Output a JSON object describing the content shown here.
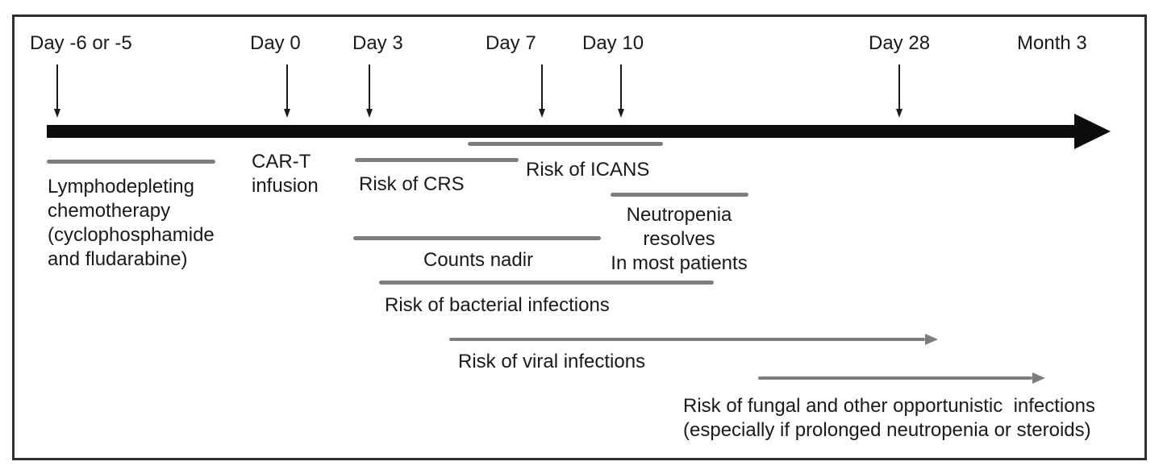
{
  "timeline_markers": [
    {
      "label": "Day -6 or -5"
    },
    {
      "label": "Day 0"
    },
    {
      "label": "Day 3"
    },
    {
      "label": "Day 7"
    },
    {
      "label": "Day 10"
    },
    {
      "label": "Day 28"
    },
    {
      "label": "Month 3"
    }
  ],
  "events": {
    "chemo": {
      "lines": [
        "Lymphodepleting",
        "chemotherapy",
        "(cyclophosphamide",
        "and fludarabine)"
      ]
    },
    "car_t": {
      "lines": [
        "CAR-T",
        "infusion"
      ]
    },
    "crs": {
      "label": "Risk of CRS"
    },
    "icans": {
      "label": "Risk of ICANS"
    },
    "neutropenia": {
      "lines": [
        "Neutropenia",
        "resolves",
        "In most patients"
      ]
    },
    "nadir": {
      "label": "Counts nadir"
    },
    "bacterial": {
      "label": "Risk of bacterial infections"
    },
    "viral": {
      "label": "Risk of viral infections"
    },
    "fungal": {
      "lines": [
        "Risk of fungal and other opportunistic  infections",
        "(especially if prolonged neutropenia or steroids)"
      ]
    }
  },
  "colors": {
    "interval_bar_gray": "#7d7d7d",
    "timeline_black": "#0d0d0d",
    "text": "#1a1a1a",
    "border": "#2e2e2e",
    "background": "#ffffff"
  }
}
